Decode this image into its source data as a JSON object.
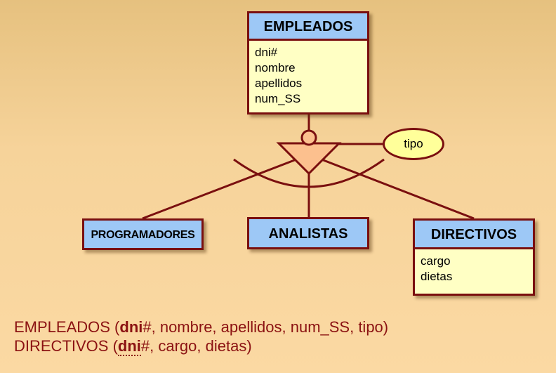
{
  "diagram": {
    "supertype": {
      "name": "EMPLEADOS",
      "attributes": [
        "dni#",
        "nombre",
        "apellidos",
        "num_SS"
      ]
    },
    "discriminator": {
      "label": "tipo"
    },
    "subtypes": {
      "programadores": {
        "name": "PROGRAMADORES"
      },
      "analistas": {
        "name": "ANALISTAS"
      },
      "directivos": {
        "name": "DIRECTIVOS",
        "attributes": [
          "cargo",
          "dietas"
        ]
      }
    },
    "colors": {
      "line": "#7a0f0f",
      "entity_header": "#9dc8f6",
      "entity_body": "#ffffc4",
      "triangle": "#fcc08e",
      "oval": "#ffff9a",
      "text": "#8b1212"
    }
  },
  "relational": {
    "line1": {
      "prefix": "EMPLEADOS (",
      "key": "dni",
      "suffix": "#, nombre, apellidos, num_SS, tipo)"
    },
    "line2": {
      "prefix": "DIRECTIVOS (",
      "key": "dni",
      "suffix": "#, cargo, dietas)"
    }
  }
}
